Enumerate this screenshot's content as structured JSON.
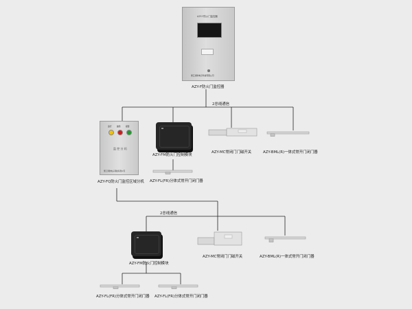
{
  "main_panel": {
    "screen_title": "AZY-F防火门监控器",
    "maker": "浙江消防电子科技有限公司",
    "label": "AZY-F防火门监控器"
  },
  "bus1": {
    "label": "2总线通信"
  },
  "zone_unit": {
    "led_labels": [
      "运行",
      "故障",
      "报警"
    ],
    "body_text": "监 控 分 机",
    "maker": "浙江消防电子科技有限公司",
    "label": "AZY-FQ防火门监控区域分机"
  },
  "module_top": {
    "label": "AZY-FM防火门控制模块"
  },
  "closer_a": {
    "label": "AZY-FL(FR)分体式常开门闭门器"
  },
  "switch_top": {
    "label": "AZY-MC常闭门门磁开关"
  },
  "integrated_top": {
    "label": "AZY-BML(R)一体式常开门闭门器"
  },
  "bus2": {
    "label": "2总线通信"
  },
  "module_bottom": {
    "label": "AZY-FM防火门控制模块"
  },
  "switch_bottom": {
    "label": "AZY-MC常闭门门磁开关"
  },
  "integrated_bottom": {
    "label": "AZY-BML(R)一体式常开门闭门器"
  },
  "closer_b": {
    "label": "AZY-FL(FR)分体式常开门闭门器"
  },
  "closer_c": {
    "label": "AZY-FL(FR)分体式常开门闭门器"
  },
  "colors": {
    "background": "#ececec",
    "panel_body": "#d6d6d6",
    "module_body": "#262626",
    "led_yellow": "#f2c200",
    "led_red": "#d81818",
    "led_green": "#1f9a2c"
  }
}
